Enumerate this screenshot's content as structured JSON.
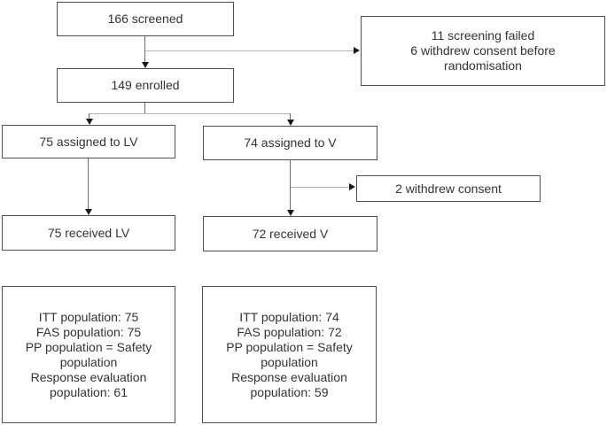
{
  "diagram": {
    "type": "trial-flow-diagram",
    "colors": {
      "box_border": "#4f4f4f",
      "vertical_line": "#6e6e6e",
      "horizontal_line": "#b3b3b3",
      "arrowhead": "#1a1a1a",
      "text": "#333333",
      "background": "#ffffff"
    },
    "boxes": {
      "screened": {
        "label": "166 screened"
      },
      "screen_fail": {
        "lines": [
          "11 screening failed",
          "6 withdrew consent before",
          "randomisation"
        ]
      },
      "enrolled": {
        "label": "149 enrolled"
      },
      "assigned_lv": {
        "label": "75 assigned to LV"
      },
      "assigned_v": {
        "label": "74 assigned to V"
      },
      "withdrew": {
        "label": "2 withdrew consent"
      },
      "received_lv": {
        "label": "75 received LV"
      },
      "received_v": {
        "label": "72 received V"
      },
      "population_lv": {
        "lines": [
          "ITT population: 75",
          "FAS population: 75",
          "PP population = Safety",
          "population",
          "Response evaluation",
          "population: 61"
        ]
      },
      "population_v": {
        "lines": [
          "ITT population: 74",
          "FAS population: 72",
          "PP population = Safety",
          "population",
          "Response evaluation",
          "population: 59"
        ]
      }
    }
  }
}
